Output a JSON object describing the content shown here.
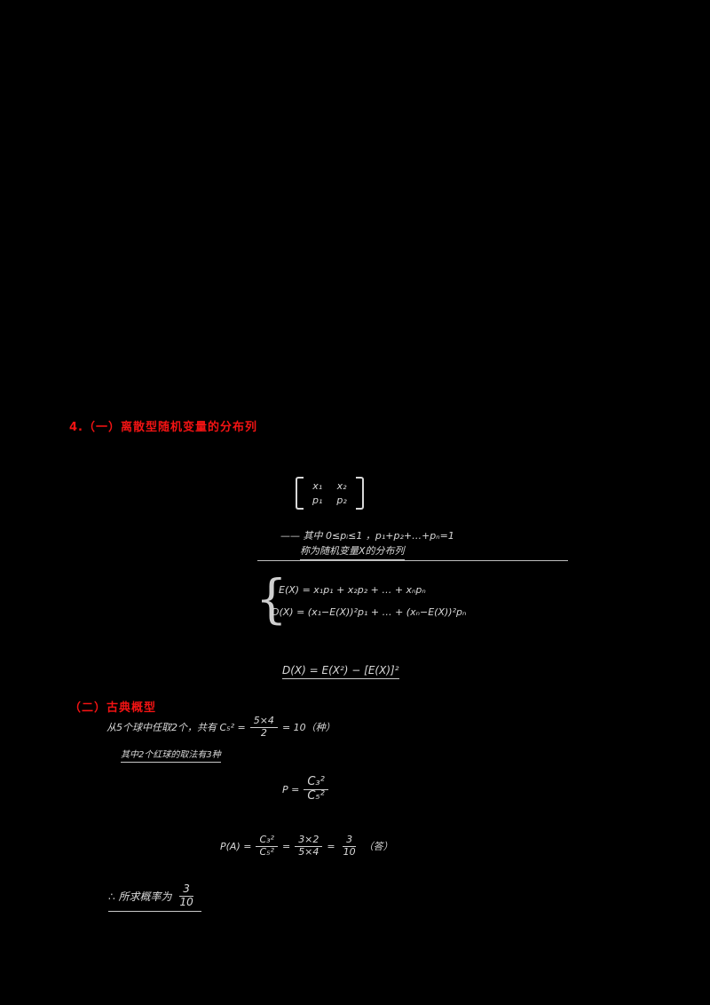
{
  "colors": {
    "background": "#000000",
    "ink": "#dcdcdc",
    "heading_red": "#f21313"
  },
  "s1": {
    "heading": "4.（一）离散型随机变量的分布列",
    "matrix": {
      "r1c1": "x₁",
      "r1c2": "x₂",
      "r2c1": "p₁",
      "r2c2": "p₂"
    },
    "note1": "—— 其中 0≤pᵢ≤1 ，p₁+p₂+…+pₙ=1",
    "note2": "称为随机变量X的分布列",
    "brace_exp": "E(X) = x₁p₁ + x₂p₂ + … + xₙpₙ",
    "brace_var": "D(X) = (x₁−E(X))²p₁ + … + (xₙ−E(X))²pₙ",
    "variance_identity": "D(X) = E(X²) − [E(X)]²"
  },
  "s2": {
    "heading": "（二）古典概型",
    "example_pre": "从5个球中任取2个，共有 C₅² =",
    "example_frac_num": "5×4",
    "example_frac_den": "2",
    "example_post": "= 10（种）",
    "example_note": "其中2个红球的取法有3种",
    "bigfrac_lead": "P =",
    "bigfrac_num": "C₃²",
    "bigfrac_den": "C₅²",
    "calc_pre": "P(A) =",
    "calc_f1_num": "C₃²",
    "calc_f1_den": "C₅²",
    "calc_eq1": "=",
    "calc_f2_num": "3×2",
    "calc_f2_den": "5×4",
    "calc_eq2": "=",
    "calc_f3_num": "3",
    "calc_f3_den": "10",
    "calc_post": "（答）",
    "concl_pre": "∴ 所求概率为",
    "concl_num": "3",
    "concl_den": "10"
  }
}
